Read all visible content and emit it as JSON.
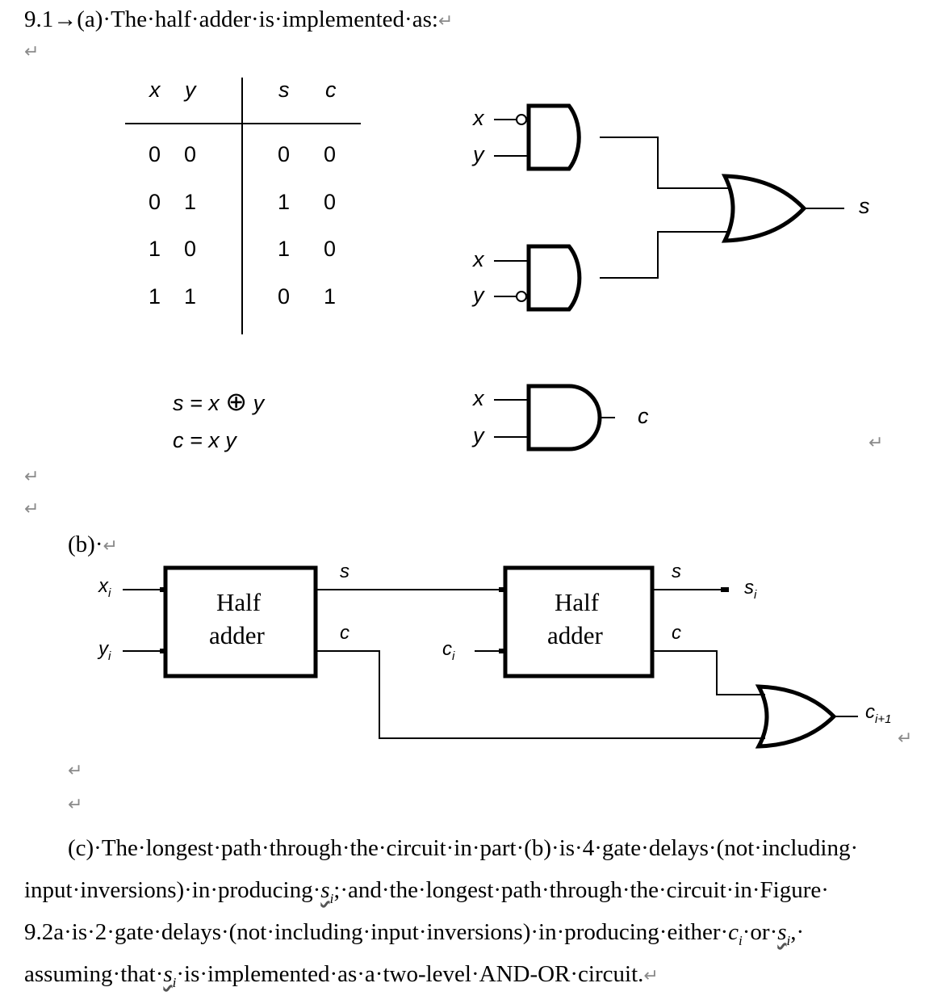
{
  "heading": {
    "num": "9.1",
    "text": "(a)·The·half·adder·is·implemented·as:"
  },
  "para_mark": "↵",
  "arrow_mark": "→",
  "truth_table": {
    "headers": [
      "x",
      "y",
      "s",
      "c"
    ],
    "rows": [
      [
        "0",
        "0",
        "0",
        "0"
      ],
      [
        "0",
        "1",
        "1",
        "0"
      ],
      [
        "1",
        "0",
        "1",
        "0"
      ],
      [
        "1",
        "1",
        "0",
        "1"
      ]
    ]
  },
  "equations": {
    "s_lhs": "s = x",
    "s_rhs": "y",
    "xor_symbol": "⊕",
    "c_eq": "c = x y"
  },
  "gates_a": {
    "x": "x",
    "y": "y",
    "s": "s",
    "c": "c"
  },
  "part_b": {
    "label": "(b)·",
    "ha_line1": "Half",
    "ha_line2": "adder",
    "xi": "x",
    "yi": "y",
    "ci": "c",
    "i_sub": "i",
    "s": "s",
    "c": "c",
    "si": "s",
    "ci1_base": "c",
    "ci1_sub": "i+1"
  },
  "part_c": {
    "line1": "(c)·The·longest·path·through·the·circuit·in·part·(b)·is·4·gate·delays·(not·including·",
    "line2_a": "input·inversions)·in·producing·",
    "si": "s",
    "sub_i": "i",
    "line2_b": ";·and·the·longest·path·through·the·circuit·in·Figure·",
    "line3_a": "9.2a·is·2·gate·delays·(not·including·input·inversions)·in·producing·either·",
    "ci": "c",
    "line3_or": "·or·",
    "line3_end": ",·",
    "line4_a": "assuming·that·",
    "line4_b": "·is·implemented·as·a·two-level·AND-OR·circuit."
  }
}
